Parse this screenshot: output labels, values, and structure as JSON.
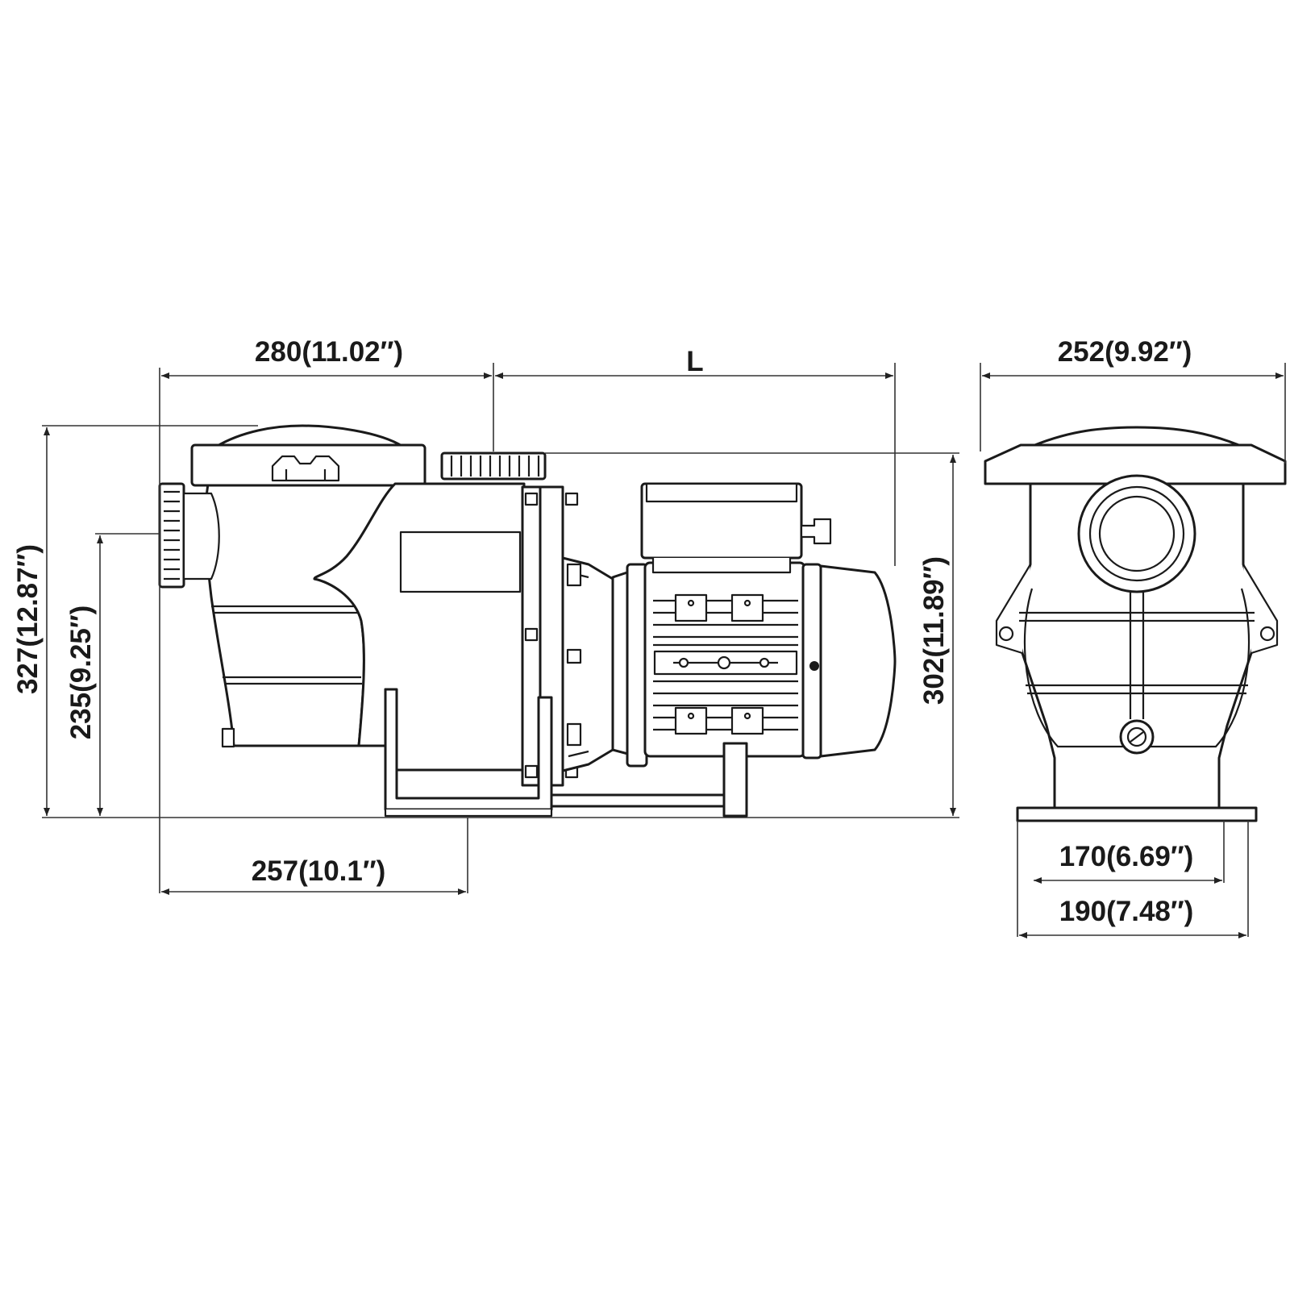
{
  "dimensions": {
    "overall_width": "280(11.02″)",
    "motor_length": "L",
    "side_width": "252(9.92″)",
    "total_height": "327(12.87″)",
    "inlet_height": "235(9.25″)",
    "outlet_height": "302(11.89″)",
    "base_length": "257(10.1″)",
    "base_inner": "170(6.69″)",
    "base_outer": "190(7.48″)"
  },
  "colors": {
    "line": "#1a1a1a",
    "background": "#ffffff"
  }
}
